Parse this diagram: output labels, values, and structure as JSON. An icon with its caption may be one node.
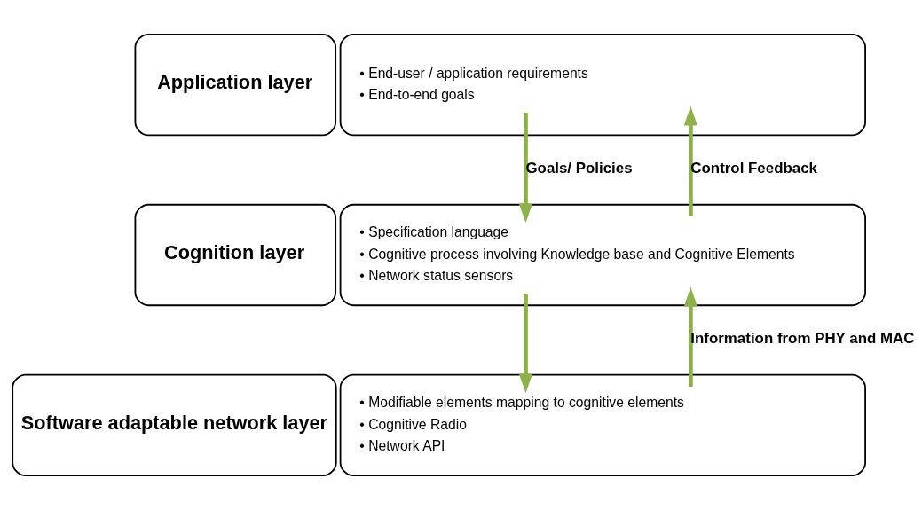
{
  "diagram": {
    "nodes": [
      {
        "text": [
          "Application layer"
        ]
      },
      {
        "text": [
          "• End-user / application requirements",
          "• End-to-end goals"
        ]
      },
      {
        "text": [
          "Cognition layer"
        ]
      },
      {
        "text": [
          "• Specification language",
          "• Cognitive process involving Knowledge base and Cognitive Elements",
          "• Network status sensors"
        ]
      },
      {
        "text": [
          "Software adaptable network layer"
        ]
      },
      {
        "text": [
          "• Modifiable elements mapping to cognitive elements",
          "• Cognitive Radio",
          "• Network API"
        ]
      }
    ],
    "edges": [
      {
        "from": 1,
        "to": 3,
        "arrow": "to",
        "label": "Goals/ Policies"
      },
      {
        "from": 3,
        "to": 1,
        "arrow": "to",
        "label": "Control Feedback"
      },
      {
        "from": 3,
        "to": 5,
        "arrow": "to"
      },
      {
        "from": 5,
        "to": 3,
        "arrow": "to",
        "label": "Information from PHY and MAC"
      }
    ]
  }
}
